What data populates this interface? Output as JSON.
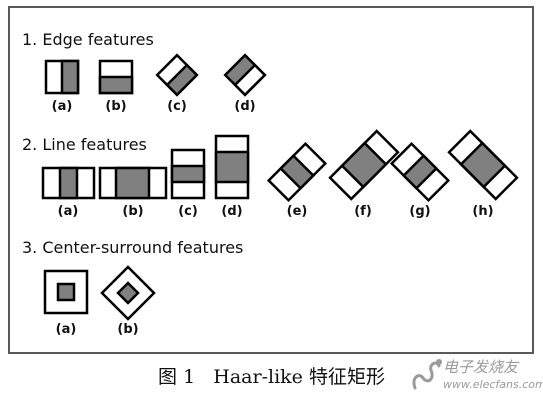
{
  "sections": [
    {
      "title": "1. Edge features",
      "labels": [
        "(a)",
        "(b)",
        "(c)",
        "(d)"
      ]
    },
    {
      "title": "2. Line features",
      "labels": [
        "(a)",
        "(b)",
        "(c)",
        "(d)",
        "(e)",
        "(f)",
        "(g)",
        "(h)"
      ]
    },
    {
      "title": "3. Center-surround features",
      "labels": [
        "(a)",
        "(b)"
      ]
    }
  ],
  "caption": "图 1   Haar-like 特征矩形",
  "watermark": {
    "line1": "电子发烧友",
    "line2": "www.elecfans.com"
  },
  "colors": {
    "fill": "#808080",
    "stroke": "#000000",
    "frame": "#5a5a5a",
    "watermark": "#9a9a9a"
  }
}
